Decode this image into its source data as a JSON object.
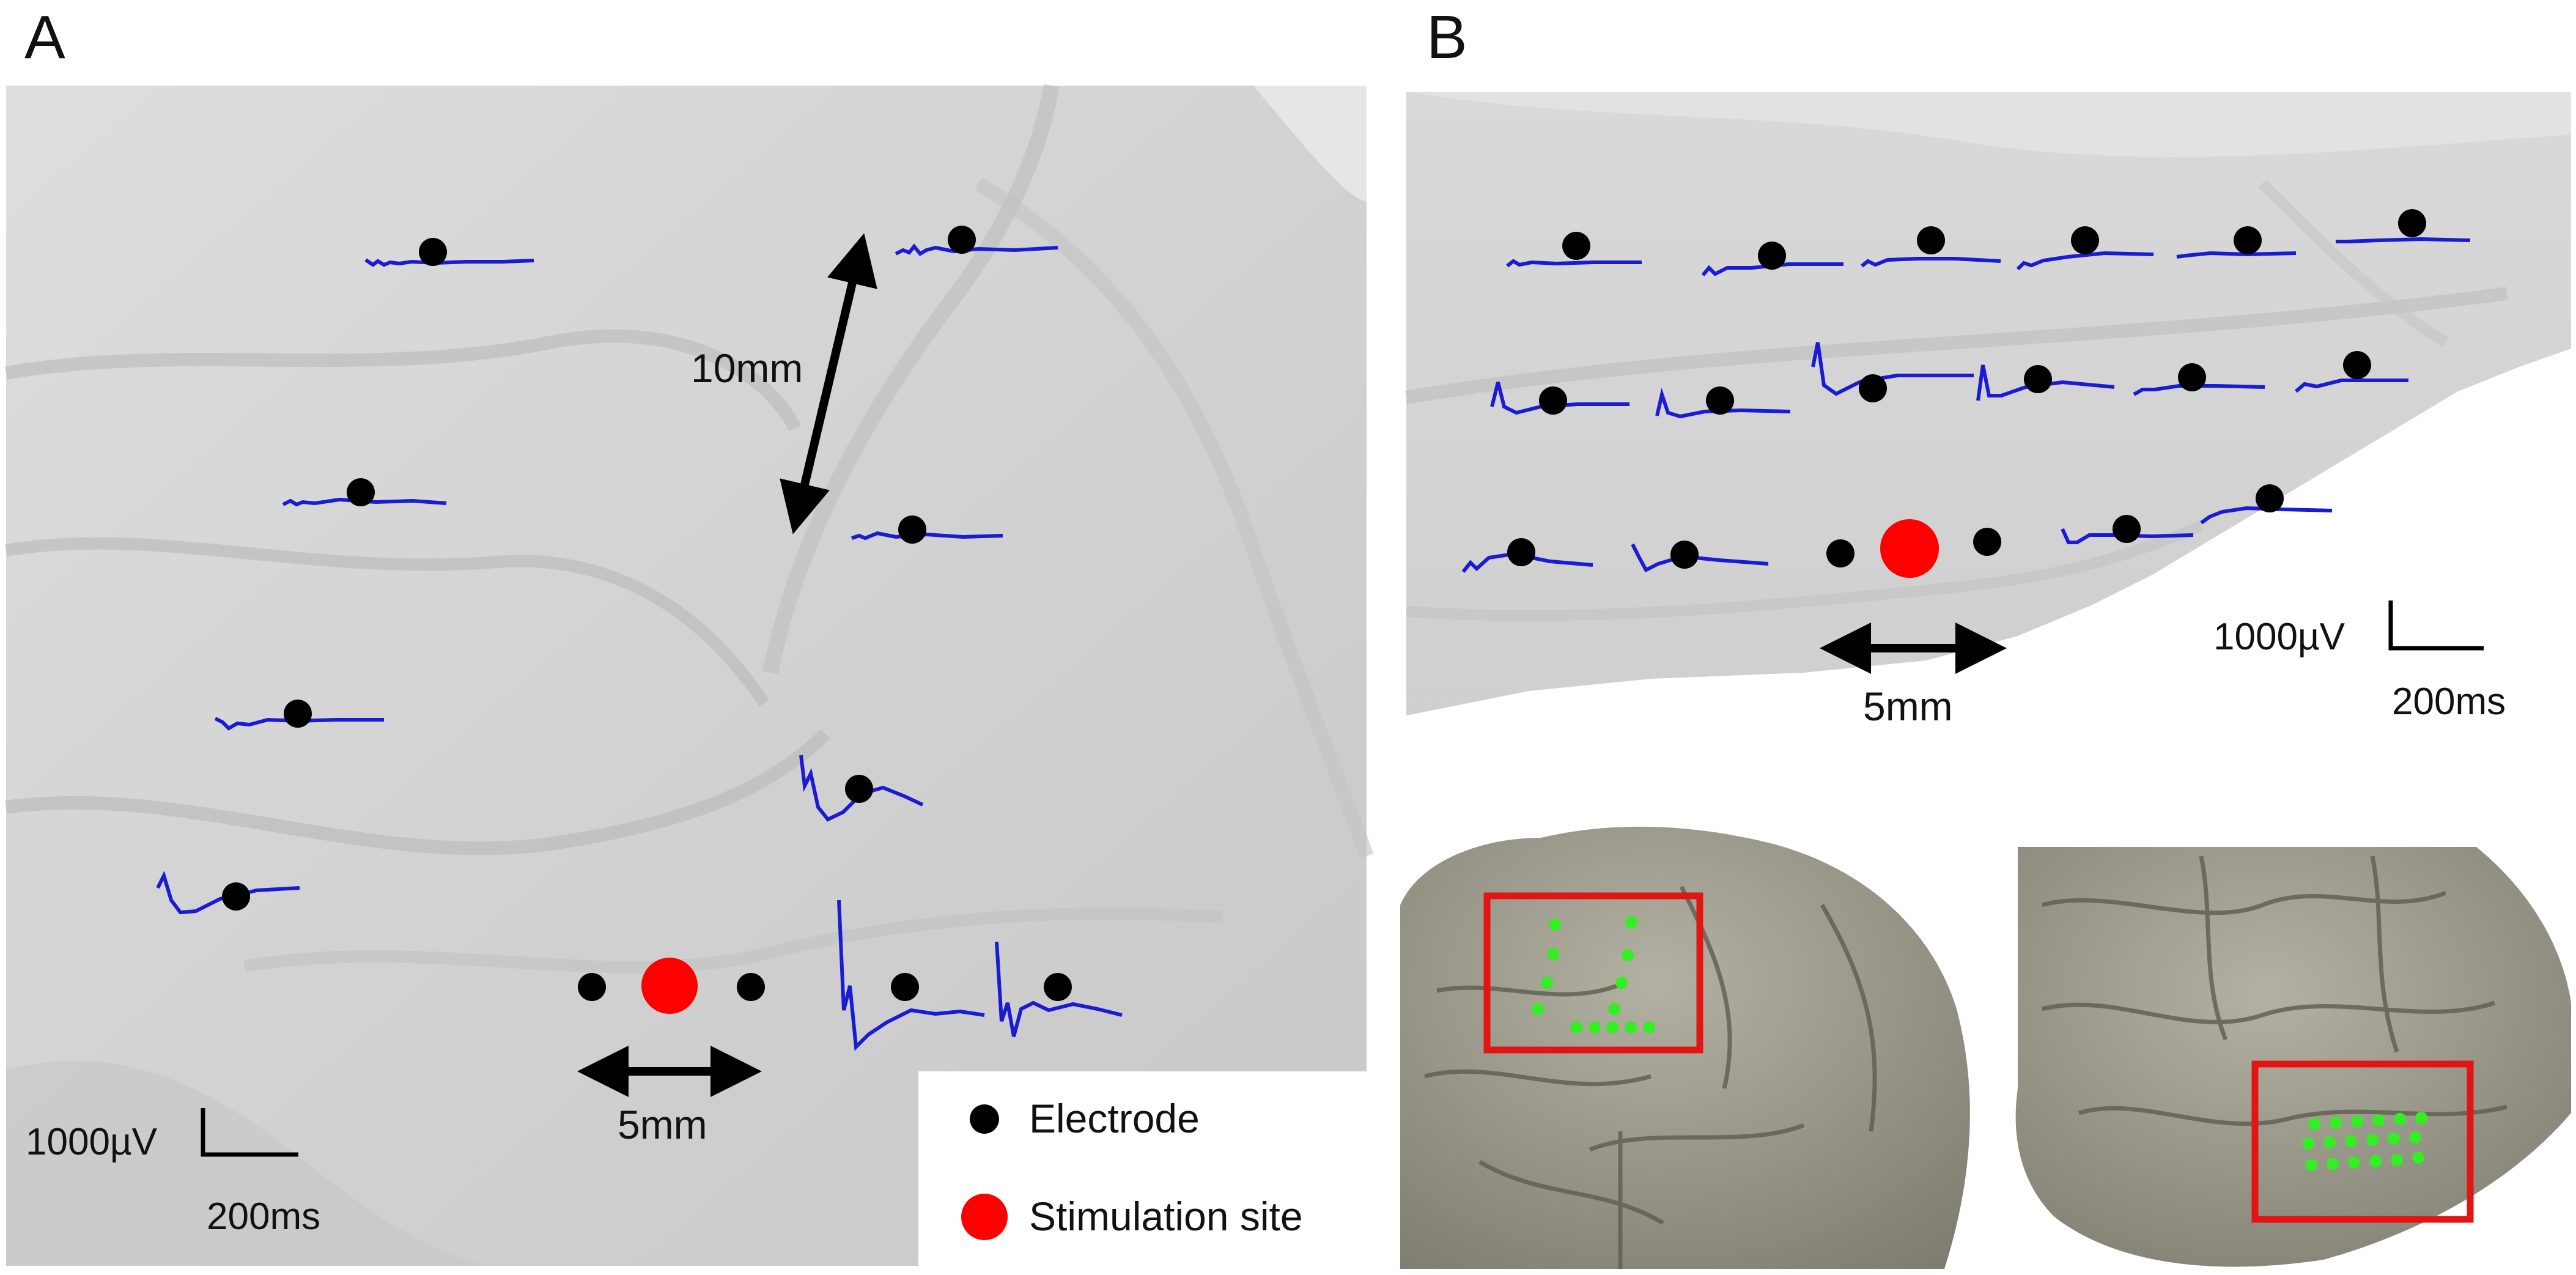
{
  "panels": {
    "a": {
      "label": "A"
    },
    "b": {
      "label": "B"
    }
  },
  "scales": {
    "a_dist_vertical": "10mm",
    "a_dist_horizontal": "5mm",
    "a_amplitude": "1000µV",
    "a_time": "200ms",
    "b_dist_horizontal": "5mm",
    "b_amplitude": "1000µV",
    "b_time": "200ms"
  },
  "legend": {
    "electrode": "Electrode",
    "stimulation": "Stimulation site"
  },
  "colors": {
    "trace": "#1b1bd6",
    "electrode": "#000000",
    "stimulation": "#ff0000",
    "highlight_box": "#e31414",
    "grid_dots": "#33ee22",
    "brain_surface": "#d4d4d4",
    "brain_3d": "#9e9c8c"
  }
}
